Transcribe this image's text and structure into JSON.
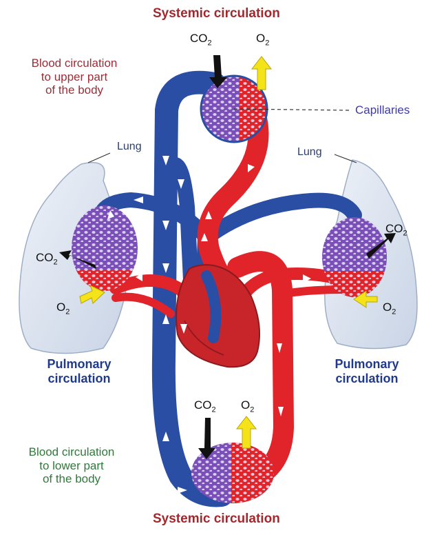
{
  "labels": {
    "systemic_top": "Systemic circulation",
    "systemic_bottom": "Systemic circulation",
    "upper_body": [
      "Blood circulation",
      "to upper part",
      "of the body"
    ],
    "lower_body": [
      "Blood circulation",
      "to lower part",
      "of the body"
    ],
    "capillaries": "Capillaries",
    "lung": "Lung",
    "pulmonary": [
      "Pulmonary",
      "circulation"
    ],
    "co2": "CO",
    "o2": "O",
    "subscript": "2"
  },
  "colors": {
    "deoxygenated": "#2a4ea3",
    "oxygenated": "#e0242a",
    "capillary_purple": "#7a4fb8",
    "lung_fill": "#dde5f0",
    "co2_arrow": "#111111",
    "o2_arrow": "#f5e31a"
  },
  "icons": {
    "co2_arrow": "black-arrow-icon",
    "o2_arrow": "yellow-arrow-icon",
    "flow_arrow": "white-flow-arrow-icon"
  }
}
